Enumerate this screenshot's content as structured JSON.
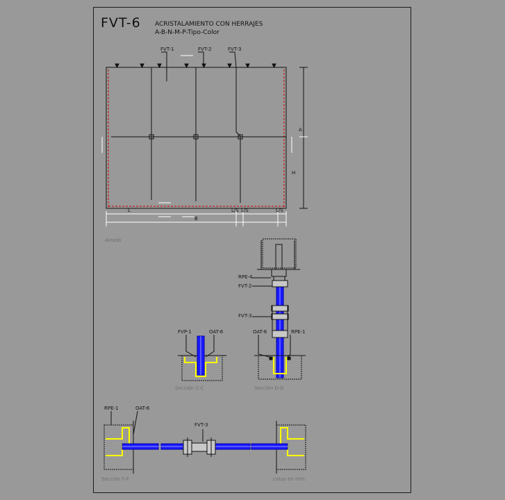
{
  "drawing": {
    "code": "FVT-6",
    "title": "ACRISTALAMIENTO CON HERRAJES",
    "subtitle": "A-B-N-M-P-Tipo-Color"
  },
  "elevation": {
    "callouts": [
      "FVT-1",
      "FVT-2",
      "FVT-3"
    ],
    "dims": {
      "A": "A",
      "H": "H",
      "B": "B",
      "L": "L",
      "LS_left": "L/S",
      "LS_mid": "L/S",
      "LS_right": "L/S"
    },
    "caption": "Alzado"
  },
  "section_dd": {
    "labels": [
      "RPE-4",
      "FVT-2",
      "FVT-3",
      "OAT-6",
      "RPE-1"
    ],
    "caption": "Sección D-D"
  },
  "section_cc": {
    "labels": [
      "FVP-1",
      "OAT-6"
    ],
    "caption": "Sección C-C"
  },
  "section_ff": {
    "labels": [
      "RPE-1",
      "OAT-6",
      "FVT-3"
    ],
    "caption": "Sección F-F",
    "note": "cotas en mm."
  },
  "colors": {
    "background": "#999999",
    "line": "#111111",
    "glass": "#1a1aff",
    "sealant": "#ffff00",
    "accent_red": "#cc0000",
    "dim_lines": "#ffffff"
  }
}
